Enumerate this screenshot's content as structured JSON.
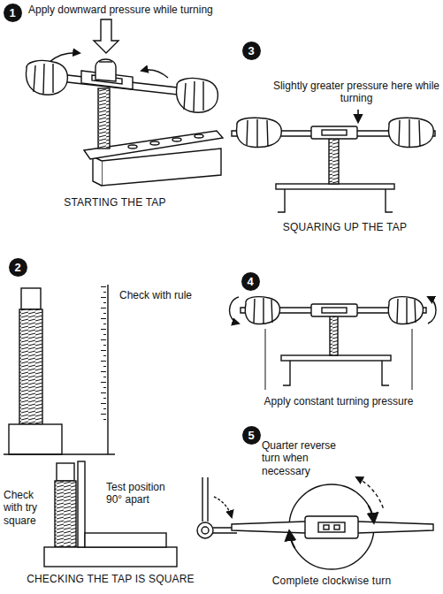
{
  "diagram": {
    "nodes": [
      {
        "text": [
          "1"
        ]
      },
      {
        "text": [
          "3"
        ]
      },
      {
        "text": [
          "2"
        ]
      },
      {
        "text": [
          "4"
        ]
      },
      {
        "text": [
          "5"
        ]
      }
    ],
    "labels": [
      "Apply downward pressure while turning",
      "STARTING THE TAP",
      "Slightly greater pressure here while turning",
      "SQUARING UP THE TAP",
      "Check with rule",
      "Check with try square",
      "Test position 90° apart",
      "CHECKING THE TAP IS SQUARE",
      "Apply constant turning pressure",
      "Quarter reverse turn when necessary",
      "Complete clockwise turn"
    ]
  }
}
